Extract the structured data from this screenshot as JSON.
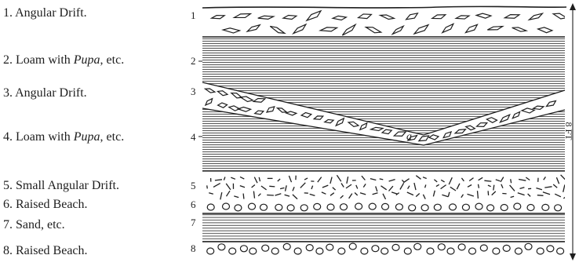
{
  "legend": [
    {
      "number": "1.",
      "text": "Angular Drift.",
      "italic": "",
      "suffix": ""
    },
    {
      "number": "2.",
      "text": "Loam with ",
      "italic": "Pupa",
      "suffix": ", etc."
    },
    {
      "number": "3.",
      "text": "Angular Drift.",
      "italic": "",
      "suffix": ""
    },
    {
      "number": "4.",
      "text": "Loam with ",
      "italic": "Pupa",
      "suffix": ", etc."
    },
    {
      "number": "5.",
      "text": "Small Angular Drift.",
      "italic": "",
      "suffix": ""
    },
    {
      "number": "6.",
      "text": "Raised Beach.",
      "italic": "",
      "suffix": ""
    },
    {
      "number": "7.",
      "text": "Sand, etc.",
      "italic": "",
      "suffix": ""
    },
    {
      "number": "8.",
      "text": "Raised Beach.",
      "italic": "",
      "suffix": ""
    }
  ],
  "layer_numbers": [
    "1",
    "2",
    "3",
    "4",
    "5",
    "6",
    "7",
    "8"
  ],
  "point_label": "a",
  "scale_label": "8 FT",
  "colors": {
    "ink": "#1e1e1e",
    "paper": "#ffffff",
    "loam_hatch": "#5a5a5a",
    "sand_hatch": "#3a3a3a"
  }
}
